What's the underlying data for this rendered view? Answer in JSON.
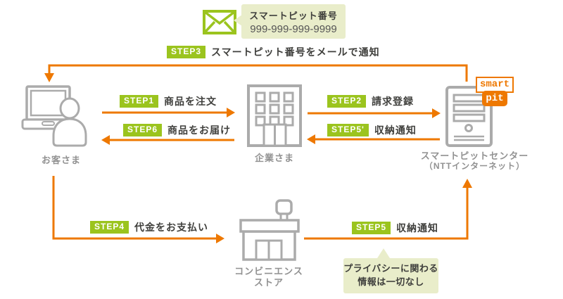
{
  "colors": {
    "accent_orange": "#ee7800",
    "accent_green": "#9bc41e",
    "bubble_pale_green": "#e9edca",
    "icon_gray": "#ababab",
    "label_gray": "#919191",
    "text_dark": "#3f3f3c"
  },
  "smartpit_bubble": {
    "title": "スマートピット番号",
    "number": "999-999-999-9999"
  },
  "steps": {
    "step1": {
      "badge": "STEP1",
      "label": "商品を注文"
    },
    "step2": {
      "badge": "STEP2",
      "label": "請求登録"
    },
    "step3": {
      "badge": "STEP3",
      "label": "スマートピット番号をメールで通知"
    },
    "step4": {
      "badge": "STEP4",
      "label": "代金をお支払い"
    },
    "step5": {
      "badge": "STEP5",
      "label": "収納通知"
    },
    "step5d": {
      "badge": "STEP5'",
      "label": "収納通知"
    },
    "step6": {
      "badge": "STEP6",
      "label": "商品をお届け"
    }
  },
  "nodes": {
    "customer": {
      "label": "お客さま"
    },
    "company": {
      "label": "企業さま"
    },
    "center": {
      "label_line1": "スマートピットセンター",
      "label_line2": "（NTTインターネット）",
      "logo_top": "smart",
      "logo_bottom": "pit"
    },
    "store": {
      "label_line1": "コンビニエンス",
      "label_line2": "ストア"
    }
  },
  "note": {
    "line1": "プライバシーに関わる",
    "line2": "情報は一切なし"
  }
}
